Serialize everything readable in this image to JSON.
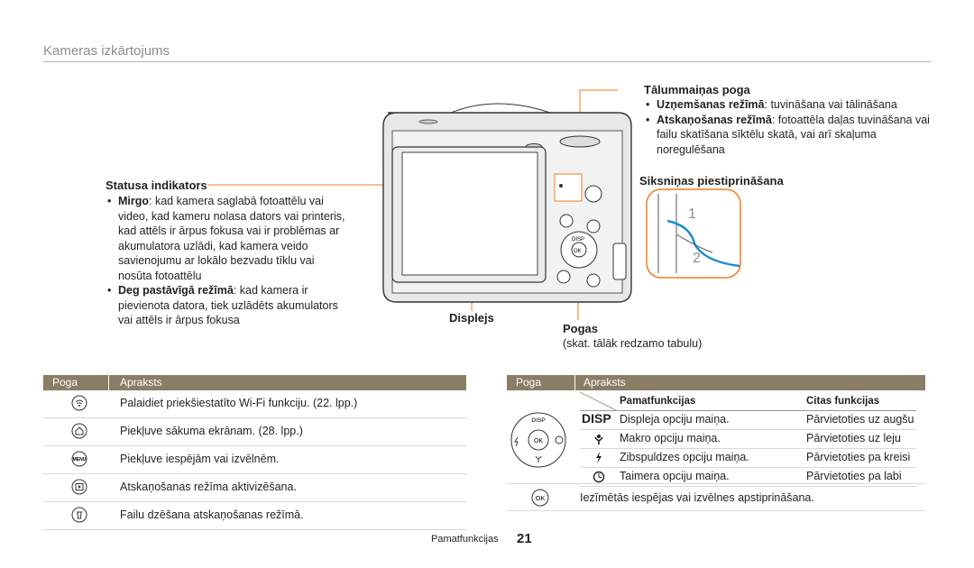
{
  "header": {
    "title": "Kameras izkārtojums"
  },
  "zoom": {
    "title": "Tālummaiņas poga",
    "items": [
      {
        "bold": "Uzņemšanas režīmā",
        "text": ": tuvināšana vai tālināšana"
      },
      {
        "bold": "Atskaņošanas režīmā",
        "text": ": fotoattēla daļas tuvināšana vai failu skatīšana sīktēlu skatā, vai arī skaļuma noregulēšana"
      }
    ]
  },
  "status": {
    "title": "Statusa indikators",
    "items": [
      {
        "bold": "Mirgo",
        "text": ": kad kamera saglabā fotoattēlu vai video, kad kameru nolasa dators vai printeris, kad attēls ir ārpus fokusa vai ir problēmas ar akumulatora uzlādi, kad kamera veido savienojumu ar lokālo bezvadu tīklu vai nosūta fotoattēlu"
      },
      {
        "bold": "Deg pastāvīgā režīmā",
        "text": ": kad kamera ir pievienota datora, tiek uzlādēts akumulators vai attēls ir ārpus fokusa"
      }
    ]
  },
  "strap": {
    "title": "Siksniņas piestiprināšana",
    "step1": "1",
    "step2": "2"
  },
  "display": {
    "title": "Displejs"
  },
  "buttons": {
    "title": "Pogas",
    "note": "(skat. tālāk redzamo tabulu)"
  },
  "left_table": {
    "headers": [
      "Poga",
      "Apraksts"
    ],
    "rows": [
      {
        "icon": "wifi-icon",
        "text": "Palaidiet priekšiestatīto Wi-Fi funkciju. (22. lpp.)"
      },
      {
        "icon": "home-icon",
        "text": "Piekļuve sākuma ekrānam. (28. lpp.)"
      },
      {
        "icon": "menu-icon",
        "icon_label": "MENU",
        "text": "Piekļuve iespējām vai izvēlnēm."
      },
      {
        "icon": "playback-icon",
        "text": "Atskaņošanas režīma aktivizēšana."
      },
      {
        "icon": "trash-icon",
        "text": "Failu dzēšana atskaņošanas režīmā."
      }
    ]
  },
  "right_table": {
    "headers": [
      "Poga",
      "Apraksts"
    ],
    "sub_headers": [
      "Pamatfunkcijas",
      "Citas funkcijas"
    ],
    "navpad": {
      "top": "DISP",
      "center": "OK"
    },
    "rows": [
      {
        "icon": "disp-icon",
        "icon_label": "DISP",
        "basic": "Displeja opciju maiņa.",
        "other": "Pārvietoties uz augšu"
      },
      {
        "icon": "macro-icon",
        "basic": "Makro opciju maiņa.",
        "other": "Pārvietoties uz leju"
      },
      {
        "icon": "flash-icon",
        "basic": "Zibspuldzes opciju maiņa.",
        "other": "Pārvietoties pa kreisi"
      },
      {
        "icon": "timer-icon",
        "basic": "Taimera opciju maiņa.",
        "other": "Pārvietoties pa labi"
      }
    ],
    "ok_row": {
      "icon": "ok-icon",
      "icon_label": "OK",
      "text": "Iezīmētās iespējas vai izvēlnes apstiprināšana."
    }
  },
  "footer": {
    "section": "Pamatfunkcijas",
    "page": "21"
  },
  "colors": {
    "accent": "#f47b20",
    "table_header": "#8b7d65"
  }
}
